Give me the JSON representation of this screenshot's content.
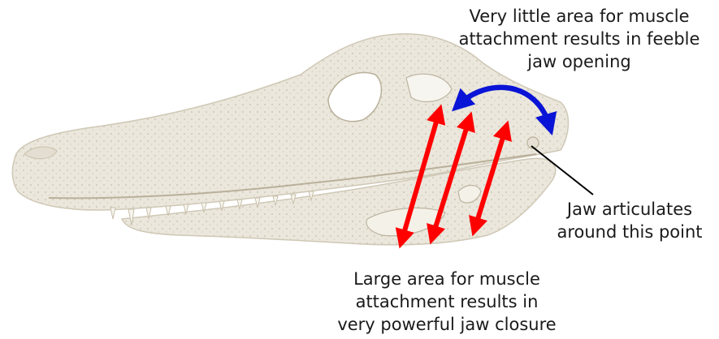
{
  "captions": {
    "top": [
      "Very little area for muscle",
      "attachment results in feeble",
      "jaw opening"
    ],
    "right": [
      "Jaw articulates",
      "around this point"
    ],
    "bottom": [
      "Large area for muscle",
      "attachment results in",
      "very powerful jaw closure"
    ]
  },
  "colors": {
    "closing_arrows": "#ff0000",
    "opening_arrow": "#0a14d6",
    "pointer_line": "#000000",
    "skull_bone": "#ece9df"
  },
  "icons": {
    "skull": "alligator-skull-photo"
  }
}
